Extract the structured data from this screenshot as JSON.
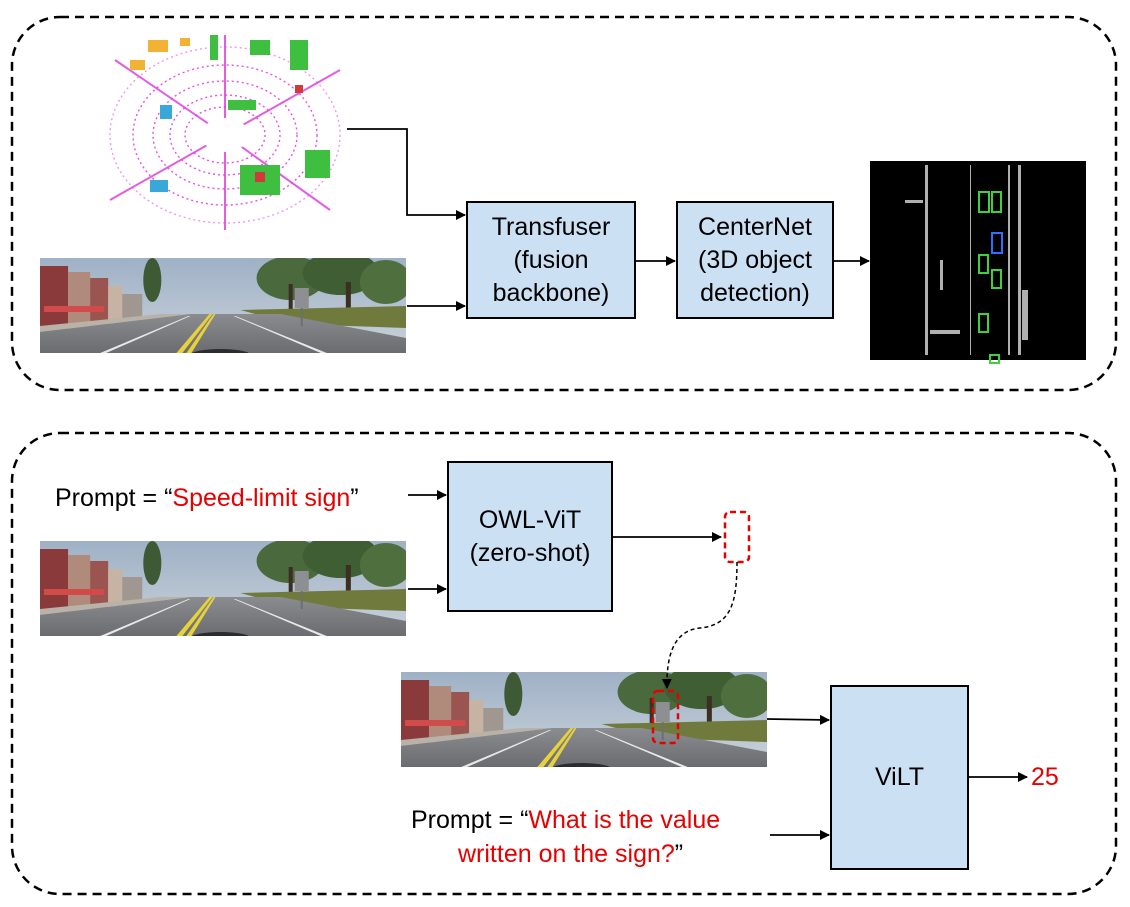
{
  "top_panel": {
    "transfuser_box": {
      "lines": [
        "Transfuser",
        "(fusion",
        "backbone)"
      ]
    },
    "centernet_box": {
      "lines": [
        "CenterNet",
        "(3D object",
        "detection)"
      ]
    }
  },
  "bottom_panel": {
    "prompt1": {
      "prefix": "Prompt = “",
      "quoted": "Speed-limit sign",
      "suffix": "”"
    },
    "owlvit_box": {
      "lines": [
        "OWL-ViT",
        "(zero-shot)"
      ]
    },
    "prompt2": {
      "prefix": "Prompt = “",
      "quoted_line1": "What is the value",
      "quoted_line2": "written on the sign?",
      "suffix": "”"
    },
    "vilt_box": {
      "label": "ViLT"
    },
    "answer": "25"
  },
  "colors": {
    "box_fill": "#cce0f4",
    "highlight_red": "#e60000",
    "lidar_magenta": "#e040e0",
    "bev_green": "#3fcf3f",
    "bev_blue": "#2f6fff"
  }
}
